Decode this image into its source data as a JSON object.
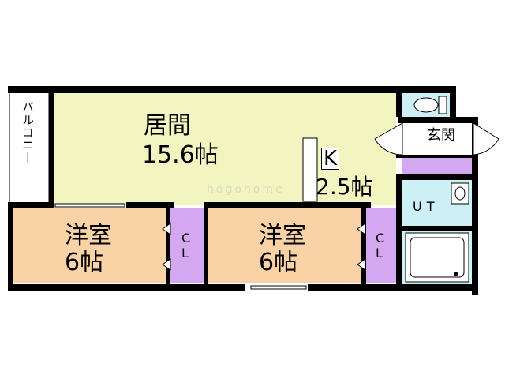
{
  "rooms": {
    "balcony": "バルコニー",
    "living_name": "居間",
    "living_size": "15.6帖",
    "kitchen_letter": "K",
    "kitchen_size": "2.5帖",
    "bedroom1_name": "洋室",
    "bedroom1_size": "6帖",
    "bedroom2_name": "洋室",
    "bedroom2_size": "6帖",
    "closet1": "CL",
    "closet2": "CL",
    "entrance": "玄関",
    "utility": "UT"
  },
  "watermark": "hogohome",
  "colors": {
    "living": "#f2f5c0",
    "bedroom": "#f9d2a6",
    "closet": "#d4a8f0",
    "wet_area": "#ccf0f6",
    "wall": "#000000"
  }
}
